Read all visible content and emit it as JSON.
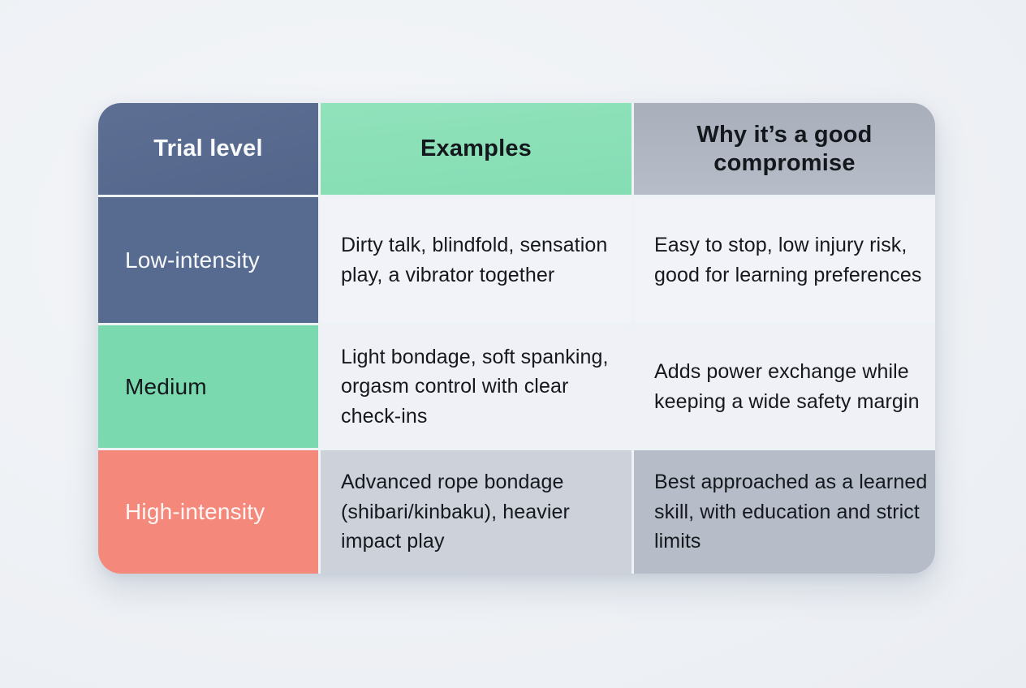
{
  "chart_data": {
    "type": "table",
    "columns": [
      "Trial level",
      "Examples",
      "Why it’s a good compromise"
    ],
    "rows": [
      [
        "Low-intensity",
        "Dirty talk, blindfold, sensation play, a vibrator together",
        "Easy to stop, low injury risk, good for learning preferences"
      ],
      [
        "Medium",
        "Light bondage, soft spanking, orgasm control with clear check-ins",
        "Adds power exchange while keeping a wide safety margin"
      ],
      [
        "High-intensity",
        "Advanced rope bondage (shibari/kinbaku), heavier impact play",
        "Best approached as a learned skill, with education and strict limits"
      ]
    ]
  },
  "colors": {
    "page_background": "#edf0f4",
    "header_trial_level": "#57688c",
    "header_examples": "#88dfb6",
    "header_why": "#aeb5c1",
    "level_low": "#576b90",
    "level_medium": "#7bd9af",
    "level_high": "#f4897b",
    "body_light_cell": "#f1f3f8",
    "row3_examples_cell": "#ccd1da",
    "row3_why_cell": "#b6bdc9",
    "divider": "#edf3f5",
    "text_dark": "#15181d",
    "text_light": "#f8fafc"
  }
}
